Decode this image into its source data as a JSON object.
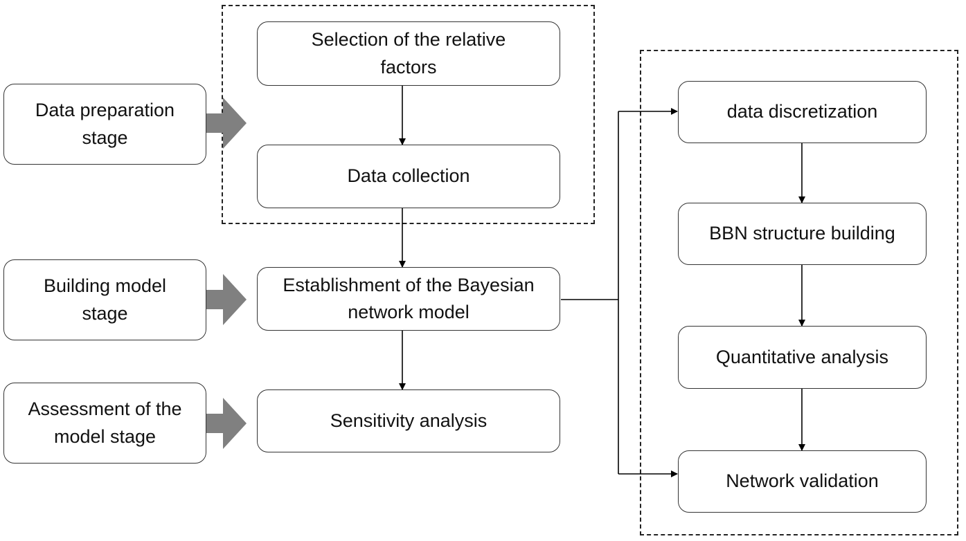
{
  "stages": {
    "data_preparation": "Data preparation stage",
    "building_model": "Building model stage",
    "assessment": "Assessment of the model stage"
  },
  "process": {
    "selection": "Selection of the relative factors",
    "collection": "Data collection",
    "establishment": "Establishment of the Bayesian network model",
    "sensitivity": "Sensitivity analysis"
  },
  "network_steps": {
    "discretization": "data discretization",
    "structure": "BBN structure building",
    "quantitative": "Quantitative analysis",
    "validation": "Network validation"
  },
  "colors": {
    "box_border": "#333333",
    "block_arrow": "#808080",
    "line": "#000000"
  }
}
